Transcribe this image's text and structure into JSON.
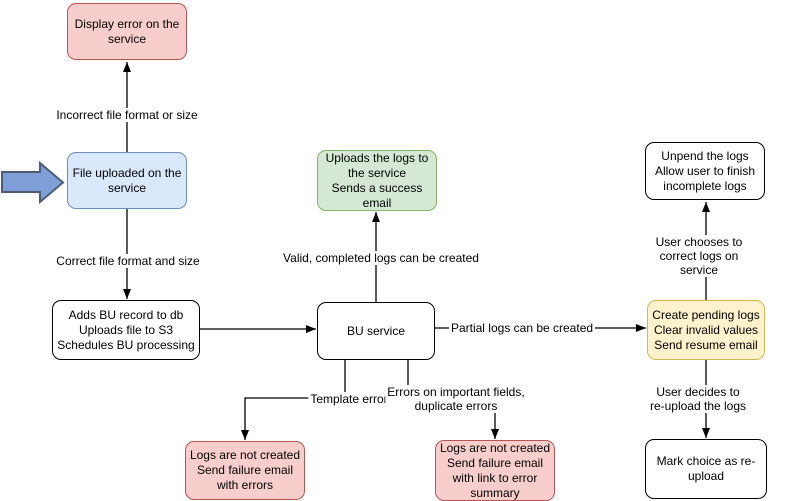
{
  "colors": {
    "pink_fill": "#f8cecc",
    "pink_border": "#b85450",
    "blue_fill": "#dae8fc",
    "blue_border": "#6c8ebf",
    "green_fill": "#d5e8d4",
    "green_border": "#82b366",
    "yellow_fill": "#fff2cc",
    "yellow_border": "#d6b656",
    "arrow_fill": "#7e9fd8",
    "arrow_border": "#4d5d77"
  },
  "nodes": {
    "display_error": "Display error on the\nservice",
    "file_uploaded": "File uploaded on the\nservice",
    "adds_bu_record": "Adds BU record to db\nUploads file to S3\nSchedules BU processing",
    "bu_service": "BU service",
    "uploads_logs": "Uploads the logs to\nthe service\nSends a success\nemail",
    "unpend_logs": "Unpend the logs\nAllow user to finish\nincomplete logs",
    "create_pending": "Create pending logs\nClear invalid values\nSend resume email",
    "mark_choice": "Mark choice as re-\nupload",
    "logs_not_created_errors": "Logs are not created\nSend failure email\nwith errors",
    "logs_not_created_summary": "Logs are not created\nSend failure email\nwith link to error\nsummary"
  },
  "edge_labels": {
    "incorrect_file": "Incorrect file format or size",
    "correct_file": "Correct file format and size",
    "valid_logs": "Valid, completed logs can be created",
    "partial_logs": "Partial logs can be created",
    "template_errors": "Template errors",
    "important_fields": "Errors on important fields,\nduplicate errors",
    "user_corrects": "User chooses to correct logs on service",
    "user_reuploads": "User decides to re-upload the logs"
  }
}
